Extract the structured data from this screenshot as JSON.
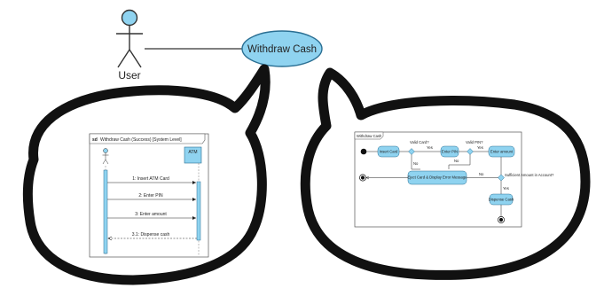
{
  "use_case": {
    "actor_label": "User",
    "use_case_label": "Withdraw Cash"
  },
  "sequence_diagram": {
    "frame_tag": "sd",
    "frame_title": "Withdraw Cash (Success) [System Level]",
    "lifeline_atm": "ATM",
    "messages": [
      {
        "label": "1: Insert ATM Card"
      },
      {
        "label": "2: Enter PIN"
      },
      {
        "label": "3: Enter amount"
      },
      {
        "label": "3.1: Dispense cash"
      }
    ]
  },
  "activity_diagram": {
    "frame_title": "Withdraw Cash",
    "actions": [
      {
        "label": "Insert Card"
      },
      {
        "label": "Enter PIN"
      },
      {
        "label": "Enter amount"
      },
      {
        "label": "Eject Card & Display Error Message"
      },
      {
        "label": "Dispense Cash"
      }
    ],
    "guards": [
      {
        "label": "Valid Card?"
      },
      {
        "label": "Yes"
      },
      {
        "label": "Valid PIN?"
      },
      {
        "label": "Yes"
      },
      {
        "label": "No"
      },
      {
        "label": "No"
      },
      {
        "label": "No"
      },
      {
        "label": "Sufficient Amount in Account?"
      },
      {
        "label": "Yes"
      }
    ]
  },
  "colors": {
    "accent_fill": "#8fd3f0",
    "accent_stroke": "#2a6f93",
    "line": "#111111",
    "frame": "#555555"
  }
}
